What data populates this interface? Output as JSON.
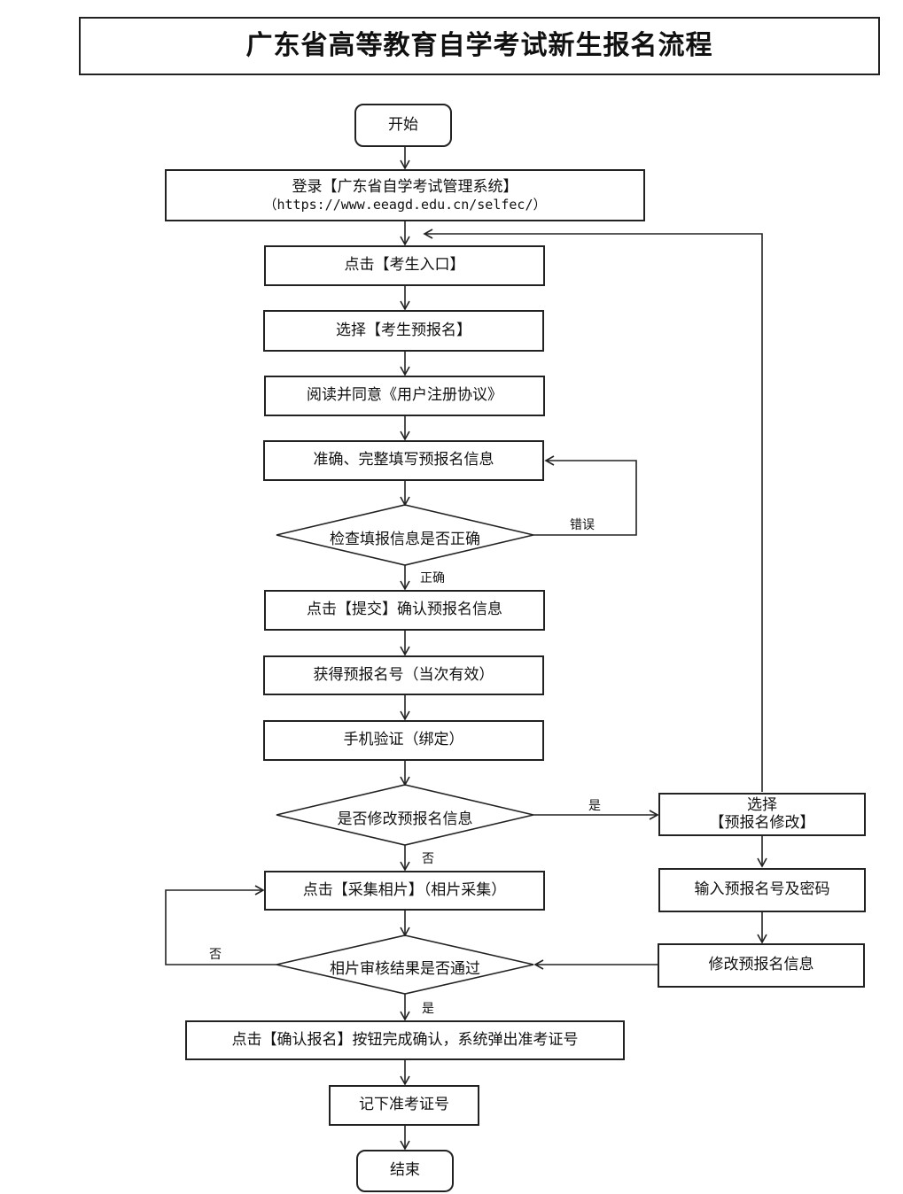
{
  "title": "广东省高等教育自学考试新生报名流程",
  "start": "开始",
  "login": {
    "line1": "登录【广东省自学考试管理系统】",
    "line2": "（https://www.eeagd.edu.cn/selfec/）"
  },
  "steps": {
    "entry": "点击【考生入口】",
    "prereg": "选择【考生预报名】",
    "agree": "阅读并同意《用户注册协议》",
    "fill": "准确、完整填写预报名信息",
    "check": "检查填报信息是否正确",
    "submit": "点击【提交】确认预报名信息",
    "getno": "获得预报名号（当次有效）",
    "phone": "手机验证（绑定）",
    "modify_q": "是否修改预报名信息",
    "photo": "点击【采集相片】（相片采集）",
    "photo_q": "相片审核结果是否通过",
    "confirm": "点击【确认报名】按钮完成确认，系统弹出准考证号",
    "note": "记下准考证号",
    "end": "结束"
  },
  "right": {
    "select_l1": "选择",
    "select_l2": "【预报名修改】",
    "input": "输入预报名号及密码",
    "modify": "修改预报名信息"
  },
  "labels": {
    "error": "错误",
    "correct": "正确",
    "yes1": "是",
    "no1": "否",
    "no2": "否",
    "yes2": "是"
  }
}
